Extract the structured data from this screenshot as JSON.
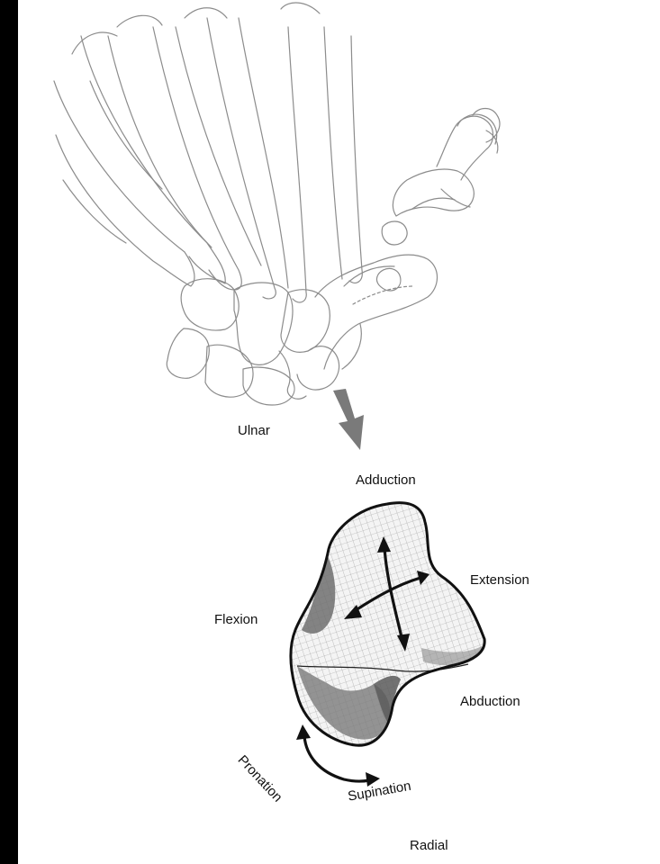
{
  "labels": {
    "ulnar": "Ulnar",
    "adduction": "Adduction",
    "extension": "Extension",
    "flexion": "Flexion",
    "abduction": "Abduction",
    "pronation": "Pronation",
    "supination": "Supination",
    "radial": "Radial"
  },
  "colors": {
    "background_frame": "#000000",
    "canvas": "#ffffff",
    "bone_outline": "#8a8a8a",
    "indicator_arrow": "#7a7a7a",
    "motion_arrows": "#111111",
    "bone_shading": "#6e6e6e"
  }
}
